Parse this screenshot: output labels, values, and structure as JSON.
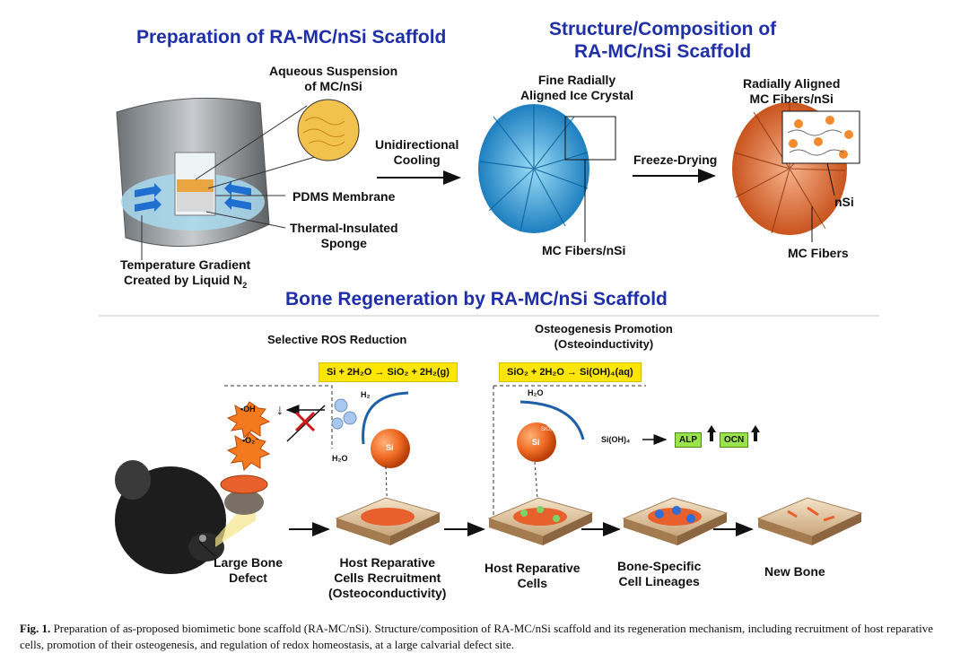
{
  "top_left": {
    "title": "Preparation of RA-MC/nSi Scaffold",
    "aqueous": "Aqueous Suspension\nof MC/nSi",
    "pdms": "PDMS Membrane",
    "sponge": "Thermal-Insulated\nSponge",
    "gradient": "Temperature Gradient\nCreated by Liquid N",
    "gradient_sub": "2",
    "unidirectional": "Unidirectional\nCooling"
  },
  "top_right": {
    "title": "Structure/Composition of\nRA-MC/nSi Scaffold",
    "ice": "Fine Radially\nAligned Ice Crystal",
    "mc_fibers_nsi": "MC Fibers/nSi",
    "freeze": "Freeze-Drying",
    "radial": "Radially Aligned\nMC Fibers/nSi",
    "nsi": "nSi",
    "mc_fibers": "MC Fibers"
  },
  "bottom": {
    "title": "Bone Regeneration by RA-MC/nSi Scaffold",
    "ros_title": "Selective ROS Reduction",
    "osteo_title": "Osteogenesis Promotion\n(Osteoinductivity)",
    "eq1": "Si + 2H₂O → SiO₂ + 2H₂(g)",
    "eq2": "SiO₂ + 2H₂O → Si(OH)₄(aq)",
    "oh": "•OH",
    "o2": "•O₂⁻",
    "h2": "H₂",
    "h2o_1": "H₂O",
    "h2o_2": "H₂O",
    "si": "Si",
    "sio2": "SiO₂",
    "sioh4": "Si(OH)₄",
    "alp": "ALP",
    "ocn": "OCN",
    "defect": "Large Bone\nDefect",
    "host_recruit": "Host Reparative\nCells Recruitment\n(Osteoconductivity)",
    "host_cells": "Host Reparative\nCells",
    "lineages": "Bone-Specific\nCell Lineages",
    "new_bone": "New Bone"
  },
  "caption": {
    "label": "Fig. 1.",
    "text": "Preparation of as-proposed biomimetic bone scaffold (RA-MC/nSi). Structure/composition of RA-MC/nSi scaffold and its regeneration mechanism, including recruitment of host reparative cells, promotion of their osteogenesis, and regulation of redox homeostasis, at a large calvarial defect site."
  },
  "colors": {
    "title_blue": "#1f2fa8",
    "equation_yellow": "#ffe600",
    "marker_green": "#9be34d",
    "scaffold_orange": "#e8612c",
    "ice_blue": "#2aa9e0"
  }
}
